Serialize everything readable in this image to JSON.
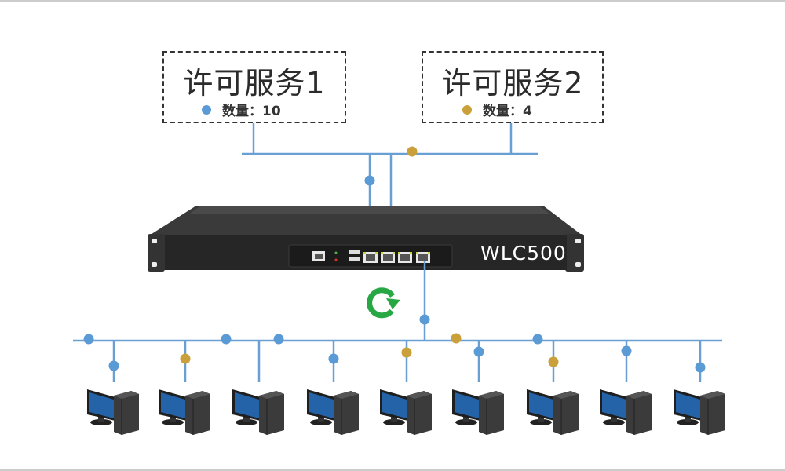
{
  "colors": {
    "line": "#6a9fd4",
    "blue_node": "#5b9bd5",
    "gold_node": "#c9a03a",
    "refresh": "#27a844",
    "device_body": "#2a2a2a",
    "monitor_screen": "#2563a8"
  },
  "licenses": [
    {
      "title": "许可服务1",
      "count_label": "数量：",
      "count": "10",
      "legend_color": "#5b9bd5"
    },
    {
      "title": "许可服务2",
      "count_label": "数量：",
      "count": "4",
      "legend_color": "#c9a03a"
    }
  ],
  "device": {
    "model": "WLC500",
    "icon": "rack-controller-icon"
  },
  "refresh_icon": "refresh-cycle-icon",
  "clients": [
    {
      "icon": "desktop-computer-icon",
      "license": "blue"
    },
    {
      "icon": "desktop-computer-icon",
      "license": "gold"
    },
    {
      "icon": "desktop-computer-icon",
      "license": "none"
    },
    {
      "icon": "desktop-computer-icon",
      "license": "blue"
    },
    {
      "icon": "desktop-computer-icon",
      "license": "gold"
    },
    {
      "icon": "desktop-computer-icon",
      "license": "blue"
    },
    {
      "icon": "desktop-computer-icon",
      "license": "gold"
    },
    {
      "icon": "desktop-computer-icon",
      "license": "blue"
    },
    {
      "icon": "desktop-computer-icon",
      "license": "blue"
    }
  ],
  "bus_tokens": [
    "blue",
    "blue",
    "blue",
    "gold",
    "blue"
  ]
}
